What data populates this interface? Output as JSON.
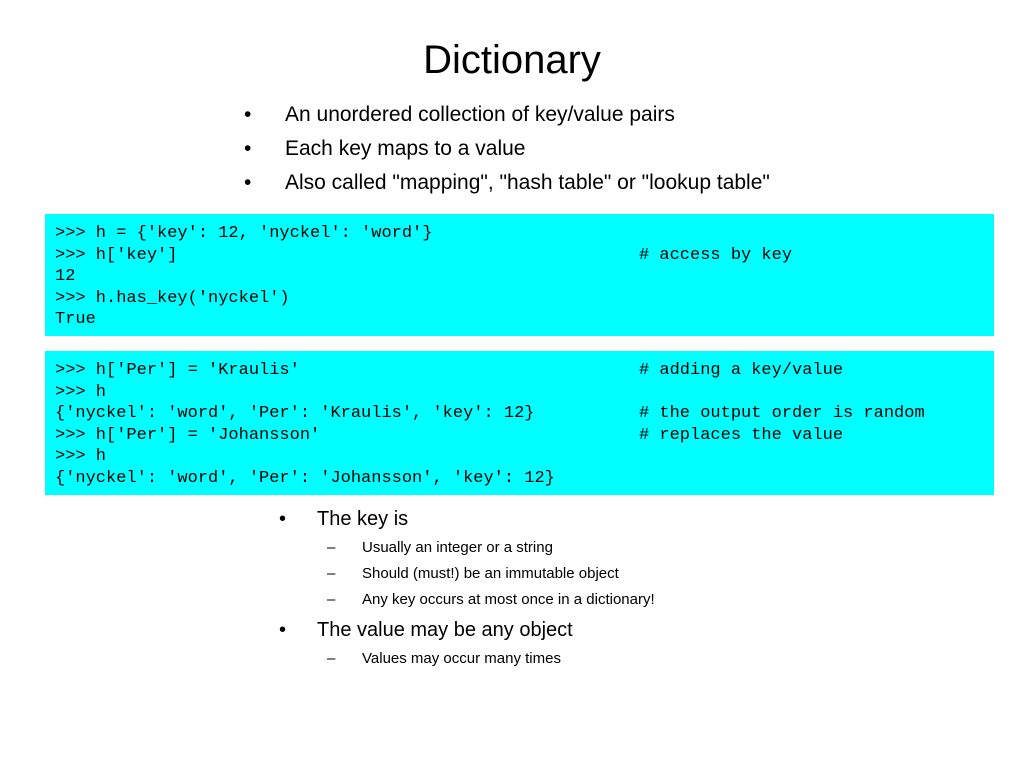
{
  "slide": {
    "title": "Dictionary",
    "intro_bullets": [
      "An unordered collection of key/value pairs",
      "Each key maps to a value",
      "Also called \"mapping\", \"hash table\" or \"lookup table\""
    ],
    "bullet_mark": "•",
    "sub_mark": "–",
    "code_block_1": [
      {
        "code": ">>> h = {'key': 12, 'nyckel': 'word'}",
        "comment": ""
      },
      {
        "code": ">>> h['key']",
        "comment": "# access by key"
      },
      {
        "code": "12",
        "comment": ""
      },
      {
        "code": ">>> h.has_key('nyckel')",
        "comment": ""
      },
      {
        "code": "True",
        "comment": ""
      }
    ],
    "code_block_2": [
      {
        "code": ">>> h['Per'] = 'Kraulis'",
        "comment": "# adding a key/value"
      },
      {
        "code": ">>> h",
        "comment": ""
      },
      {
        "code": "{'nyckel': 'word', 'Per': 'Kraulis', 'key': 12}",
        "comment": "# the output order is random"
      },
      {
        "code": ">>> h['Per'] = 'Johansson'",
        "comment": "# replaces the value"
      },
      {
        "code": ">>> h",
        "comment": ""
      },
      {
        "code": "{'nyckel': 'word', 'Per': 'Johansson', 'key': 12}",
        "comment": ""
      }
    ],
    "key_bullet": "The key is",
    "key_subs": [
      "Usually an integer or a string",
      "Should (must!) be an immutable object",
      "Any key occurs at most once in a dictionary!"
    ],
    "value_bullet": "The value may be any object",
    "value_subs": [
      "Values may occur many times"
    ],
    "code_bg_color": "#00ffff"
  }
}
